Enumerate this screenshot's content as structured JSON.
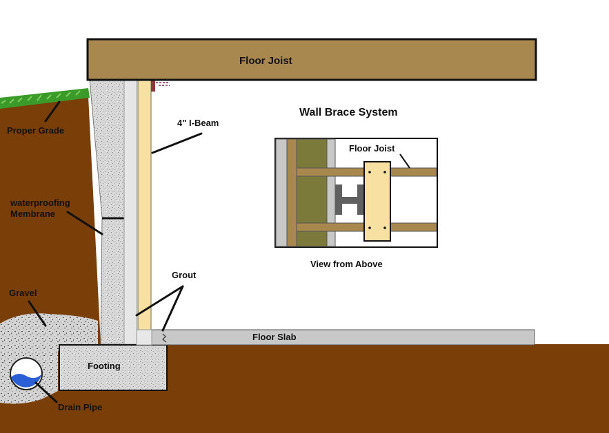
{
  "diagram": {
    "title": "Wall Brace System",
    "inset_caption": "View from Above",
    "labels": {
      "floor_joist": "Floor Joist",
      "inset_floor_joist": "Floor Joist",
      "i_beam": "4\" I-Beam",
      "proper_grade": "Proper Grade",
      "membrane": "waterproofing\nMembrane",
      "grout": "Grout",
      "gravel": "Gravel",
      "floor_slab": "Floor Slab",
      "footing": "Footing",
      "drain_pipe": "Drain Pipe"
    }
  },
  "colors": {
    "soil": "#7a3e08",
    "joist": "#a8884e",
    "beam": "#f7e0a2",
    "concrete": "#cfcfcf",
    "grass": "#3a9a2a",
    "slab": "#c8c8c8",
    "wall_olive": "#7c7a3a",
    "water": "#2a5fd6"
  }
}
